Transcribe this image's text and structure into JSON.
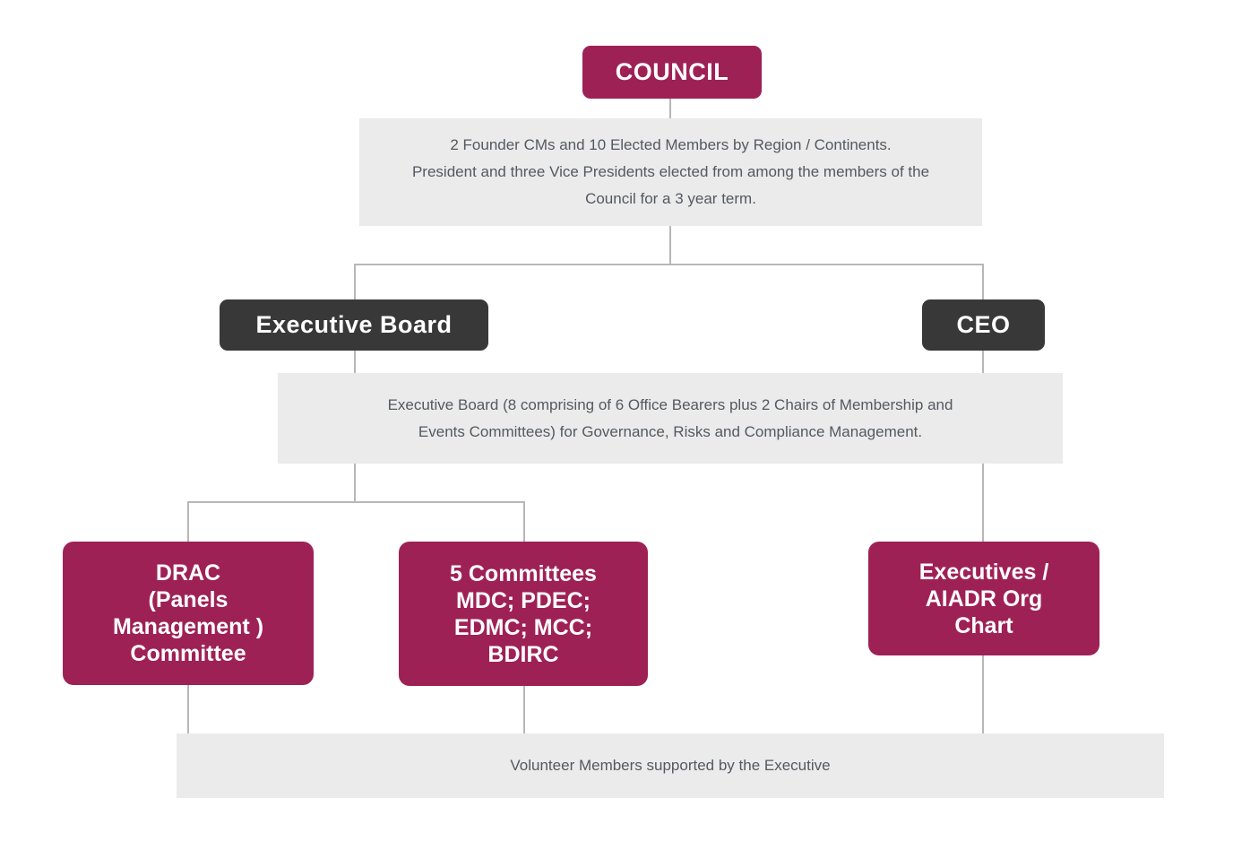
{
  "chart": {
    "council": {
      "label": "COUNCIL"
    },
    "council_desc": {
      "line1": "2 Founder CMs and 10 Elected Members by Region / Continents.",
      "line2": "President and three Vice Presidents elected from among the members of the",
      "line3": "Council for a 3 year term."
    },
    "executive_board": {
      "label": "Executive Board"
    },
    "ceo": {
      "label": "CEO"
    },
    "executive_board_desc": {
      "line1": "Executive Board (8 comprising of 6 Office Bearers plus 2 Chairs of Membership and",
      "line2": "Events Committees) for Governance, Risks and Compliance Management."
    },
    "drac": {
      "line1": "DRAC",
      "line2": "(Panels",
      "line3": "Management )",
      "line4": "Committee"
    },
    "committees": {
      "line1": "5 Committees",
      "line2": "MDC; PDEC;",
      "line3": "EDMC; MCC;",
      "line4": "BDIRC"
    },
    "executives": {
      "line1": "Executives /",
      "line2": "AIADR Org",
      "line3": "Chart"
    },
    "volunteers": {
      "label": "Volunteer Members supported by the Executive"
    }
  },
  "colors": {
    "maroon_box": "#9e2156",
    "dark_box": "#383838",
    "light_gray_box": "#ebebeb",
    "connector_line": "#b7b7b7",
    "description_text": "#54595f",
    "box_text": "#ffffff"
  }
}
